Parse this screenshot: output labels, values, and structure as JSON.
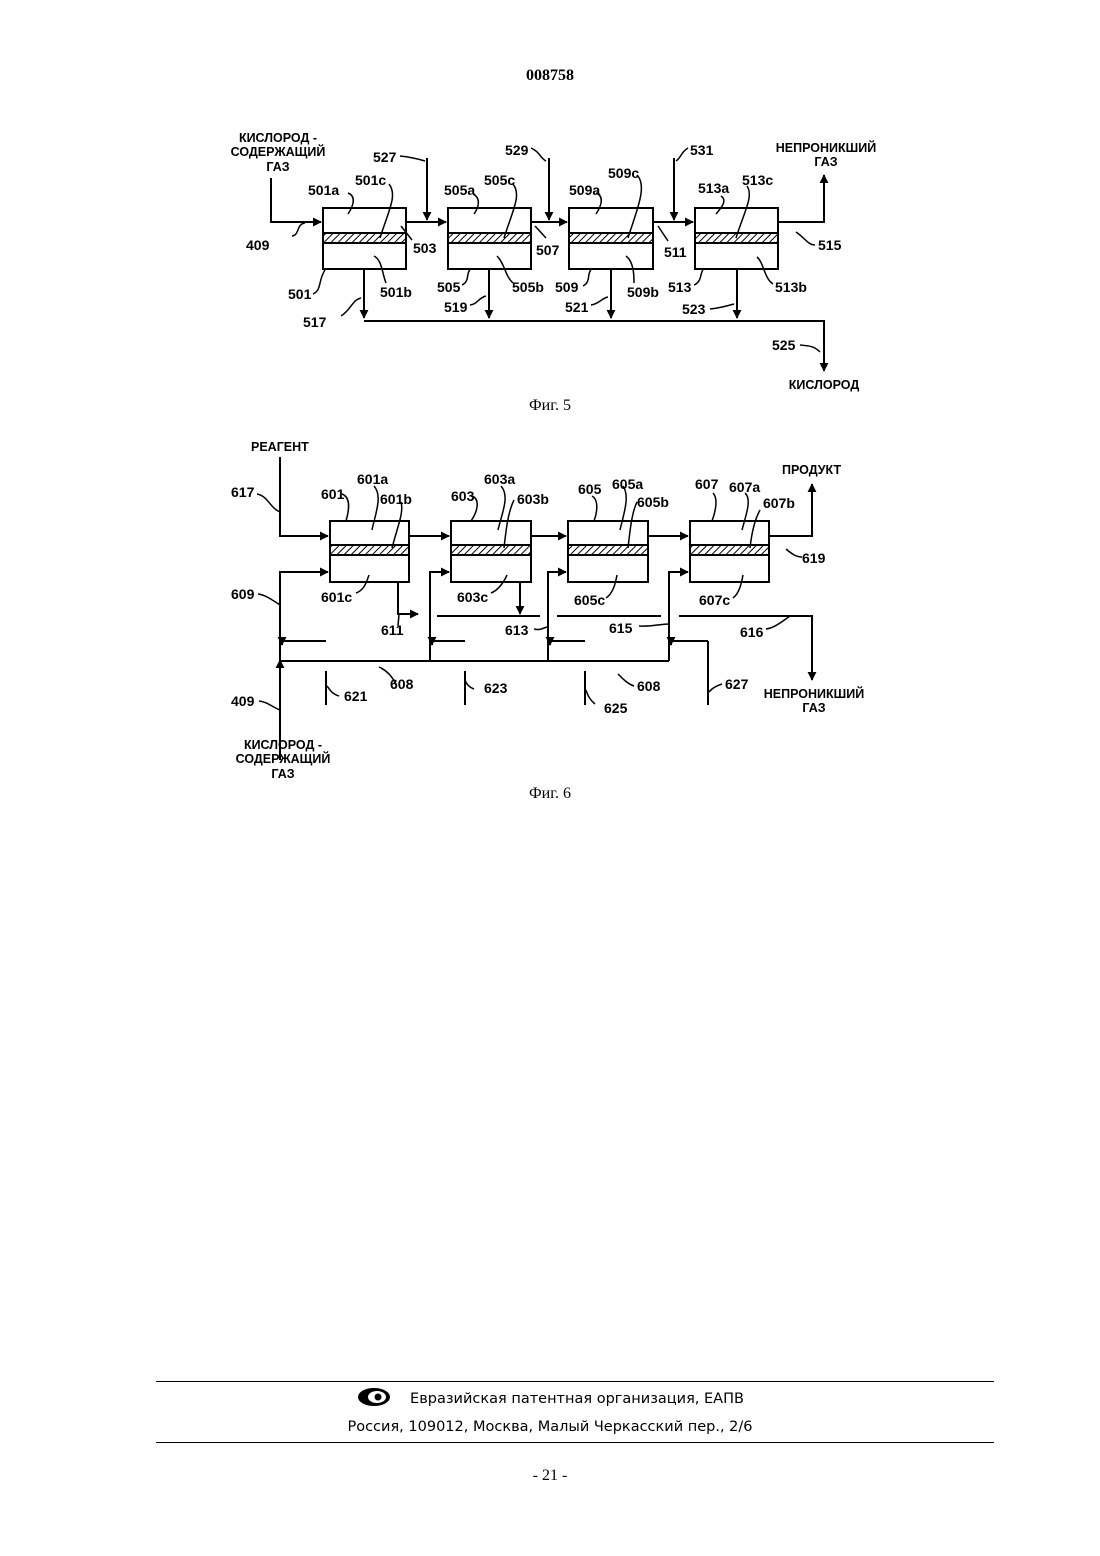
{
  "header": {
    "document_number": "008758"
  },
  "fig5": {
    "caption": "Фиг. 5",
    "inlet_text": [
      "КИСЛОРОД -",
      "СОДЕРЖАЩИЙ",
      "ГАЗ"
    ],
    "outlet_text": [
      "НЕПРОНИКШИЙ",
      "ГАЗ"
    ],
    "product_text": "КИСЛОРОД",
    "labels": {
      "l409": "409",
      "l501a": "501a",
      "l501c": "501c",
      "l501": "501",
      "l501b": "501b",
      "l503": "503",
      "l517": "517",
      "l527": "527",
      "l505a": "505a",
      "l505c": "505c",
      "l505": "505",
      "l505b": "505b",
      "l507": "507",
      "l519": "519",
      "l529": "529",
      "l509a": "509a",
      "l509c": "509c",
      "l509": "509",
      "l509b": "509b",
      "l511": "511",
      "l521": "521",
      "l531": "531",
      "l513a": "513a",
      "l513c": "513c",
      "l513": "513",
      "l513b": "513b",
      "l523": "523",
      "l515": "515",
      "l525": "525"
    }
  },
  "fig6": {
    "caption": "Фиг. 6",
    "reagent_text": "РЕАГЕНТ",
    "product_text": "ПРОДУКТ",
    "inlet_text": [
      "КИСЛОРОД -",
      "СОДЕРЖАЩИЙ",
      "ГАЗ"
    ],
    "outlet_text": [
      "НЕПРОНИКШИЙ",
      "ГАЗ"
    ],
    "labels": {
      "l617": "617",
      "l601": "601",
      "l601a": "601a",
      "l601b": "601b",
      "l601c": "601c",
      "l603": "603",
      "l603a": "603a",
      "l603b": "603b",
      "l603c": "603c",
      "l605": "605",
      "l605a": "605a",
      "l605b": "605b",
      "l605c": "605c",
      "l607": "607",
      "l607a": "607a",
      "l607b": "607b",
      "l607c": "607c",
      "l619": "619",
      "l609": "609",
      "l611": "611",
      "l613": "613",
      "l615": "615",
      "l616": "616",
      "l409": "409",
      "l621": "621",
      "l608a": "608",
      "l623": "623",
      "l625": "625",
      "l608b": "608",
      "l627": "627"
    }
  },
  "footer": {
    "organization": "Евразийская патентная организация, ЕАПВ",
    "address": "Россия, 109012, Москва, Малый Черкасский пер., 2/6",
    "page_number": "- 21 -"
  }
}
